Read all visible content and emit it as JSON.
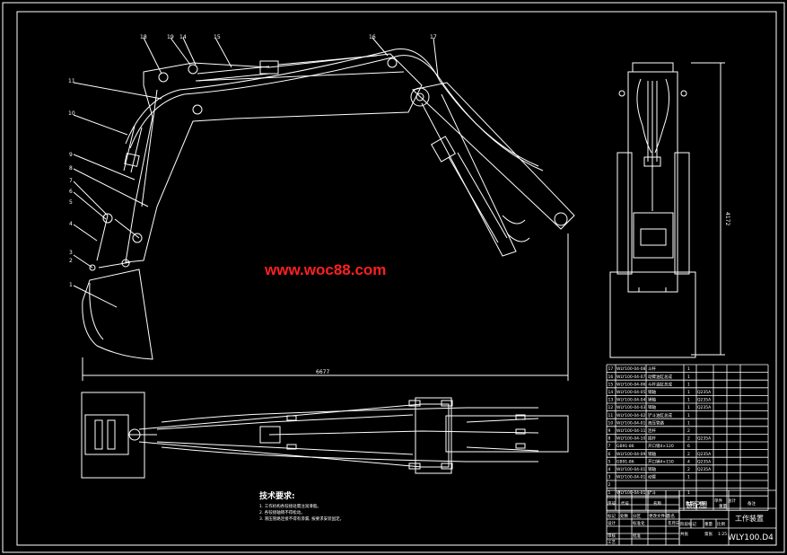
{
  "watermark": "www.woc88.com",
  "dimensions": {
    "overall_length": "6677",
    "side_height": "4172"
  },
  "balloons": [
    "18",
    "19",
    "14",
    "15",
    "16",
    "17",
    "11",
    "10",
    "9",
    "8",
    "7",
    "6",
    "5",
    "4",
    "3",
    "2",
    "1"
  ],
  "notes": {
    "title": "技术要求:",
    "lines": [
      "1. 工作机构各铰接处需注润滑脂。",
      "2. 各铰接轴销不得松动。",
      "3. 液压管路连接不得有渗漏, 按要求安装固定。"
    ]
  },
  "parts_table": {
    "headers": [
      "序号",
      "代号",
      "名称",
      "数量",
      "材料",
      "单件",
      "总计",
      "备注"
    ],
    "weight_header": "重量",
    "rows": [
      {
        "no": "17",
        "code": "WLY100-04-08",
        "name": "斗杆",
        "qty": "1",
        "mat": ""
      },
      {
        "no": "16",
        "code": "WLY100-04-07",
        "name": "动臂油缸总成",
        "qty": "1",
        "mat": ""
      },
      {
        "no": "15",
        "code": "WLY100-04-06",
        "name": "斗杆油缸总成",
        "qty": "1",
        "mat": ""
      },
      {
        "no": "14",
        "code": "WLY100-04-05",
        "name": "销轴",
        "qty": "1",
        "mat": "Q235A"
      },
      {
        "no": "13",
        "code": "WLY100-04-04",
        "name": "销轴",
        "qty": "1",
        "mat": "Q235A"
      },
      {
        "no": "12",
        "code": "WLY100-04-03",
        "name": "销轴",
        "qty": "1",
        "mat": "Q235A"
      },
      {
        "no": "11",
        "code": "WLY100-04-02",
        "name": "铲斗油缸总成",
        "qty": "1",
        "mat": ""
      },
      {
        "no": "10",
        "code": "WLY100-04-01",
        "name": "液压管路",
        "qty": "1",
        "mat": ""
      },
      {
        "no": "9",
        "code": "WLY100-04-11",
        "name": "连杆",
        "qty": "2",
        "mat": ""
      },
      {
        "no": "8",
        "code": "WLY100-04-10",
        "name": "摇杆",
        "qty": "2",
        "mat": "Q235A"
      },
      {
        "no": "7",
        "code": "GB91-86",
        "name": "开口销4×120",
        "qty": "6",
        "mat": ""
      },
      {
        "no": "6",
        "code": "WLY100-04-09",
        "name": "销轴",
        "qty": "2",
        "mat": "Q235A"
      },
      {
        "no": "5",
        "code": "GB91-86",
        "name": "开口销4×150",
        "qty": "4",
        "mat": "Q235A"
      },
      {
        "no": "4",
        "code": "WLY100-04-01",
        "name": "销轴",
        "qty": "2",
        "mat": "Q235A"
      },
      {
        "no": "3",
        "code": "WLY100-04-01",
        "name": "动臂",
        "qty": "1",
        "mat": ""
      },
      {
        "no": "2",
        "code": "",
        "name": "",
        "qty": "",
        "mat": ""
      },
      {
        "no": "1",
        "code": "WLY100-04-01",
        "name": "铲斗",
        "qty": "1",
        "mat": ""
      }
    ]
  },
  "title_block": {
    "drawing_title": "装配图",
    "part_name": "工作装置",
    "drawing_code": "WLY100.D4",
    "ratio": "1:25",
    "row_labels": [
      "标记",
      "处数",
      "分区",
      "更改文件号",
      "签名",
      "年月日"
    ],
    "labels": [
      "设计",
      "审核",
      "工艺",
      "阶段标记",
      "重量",
      "比例",
      "共张",
      "第张",
      "标准化",
      "批准"
    ]
  }
}
